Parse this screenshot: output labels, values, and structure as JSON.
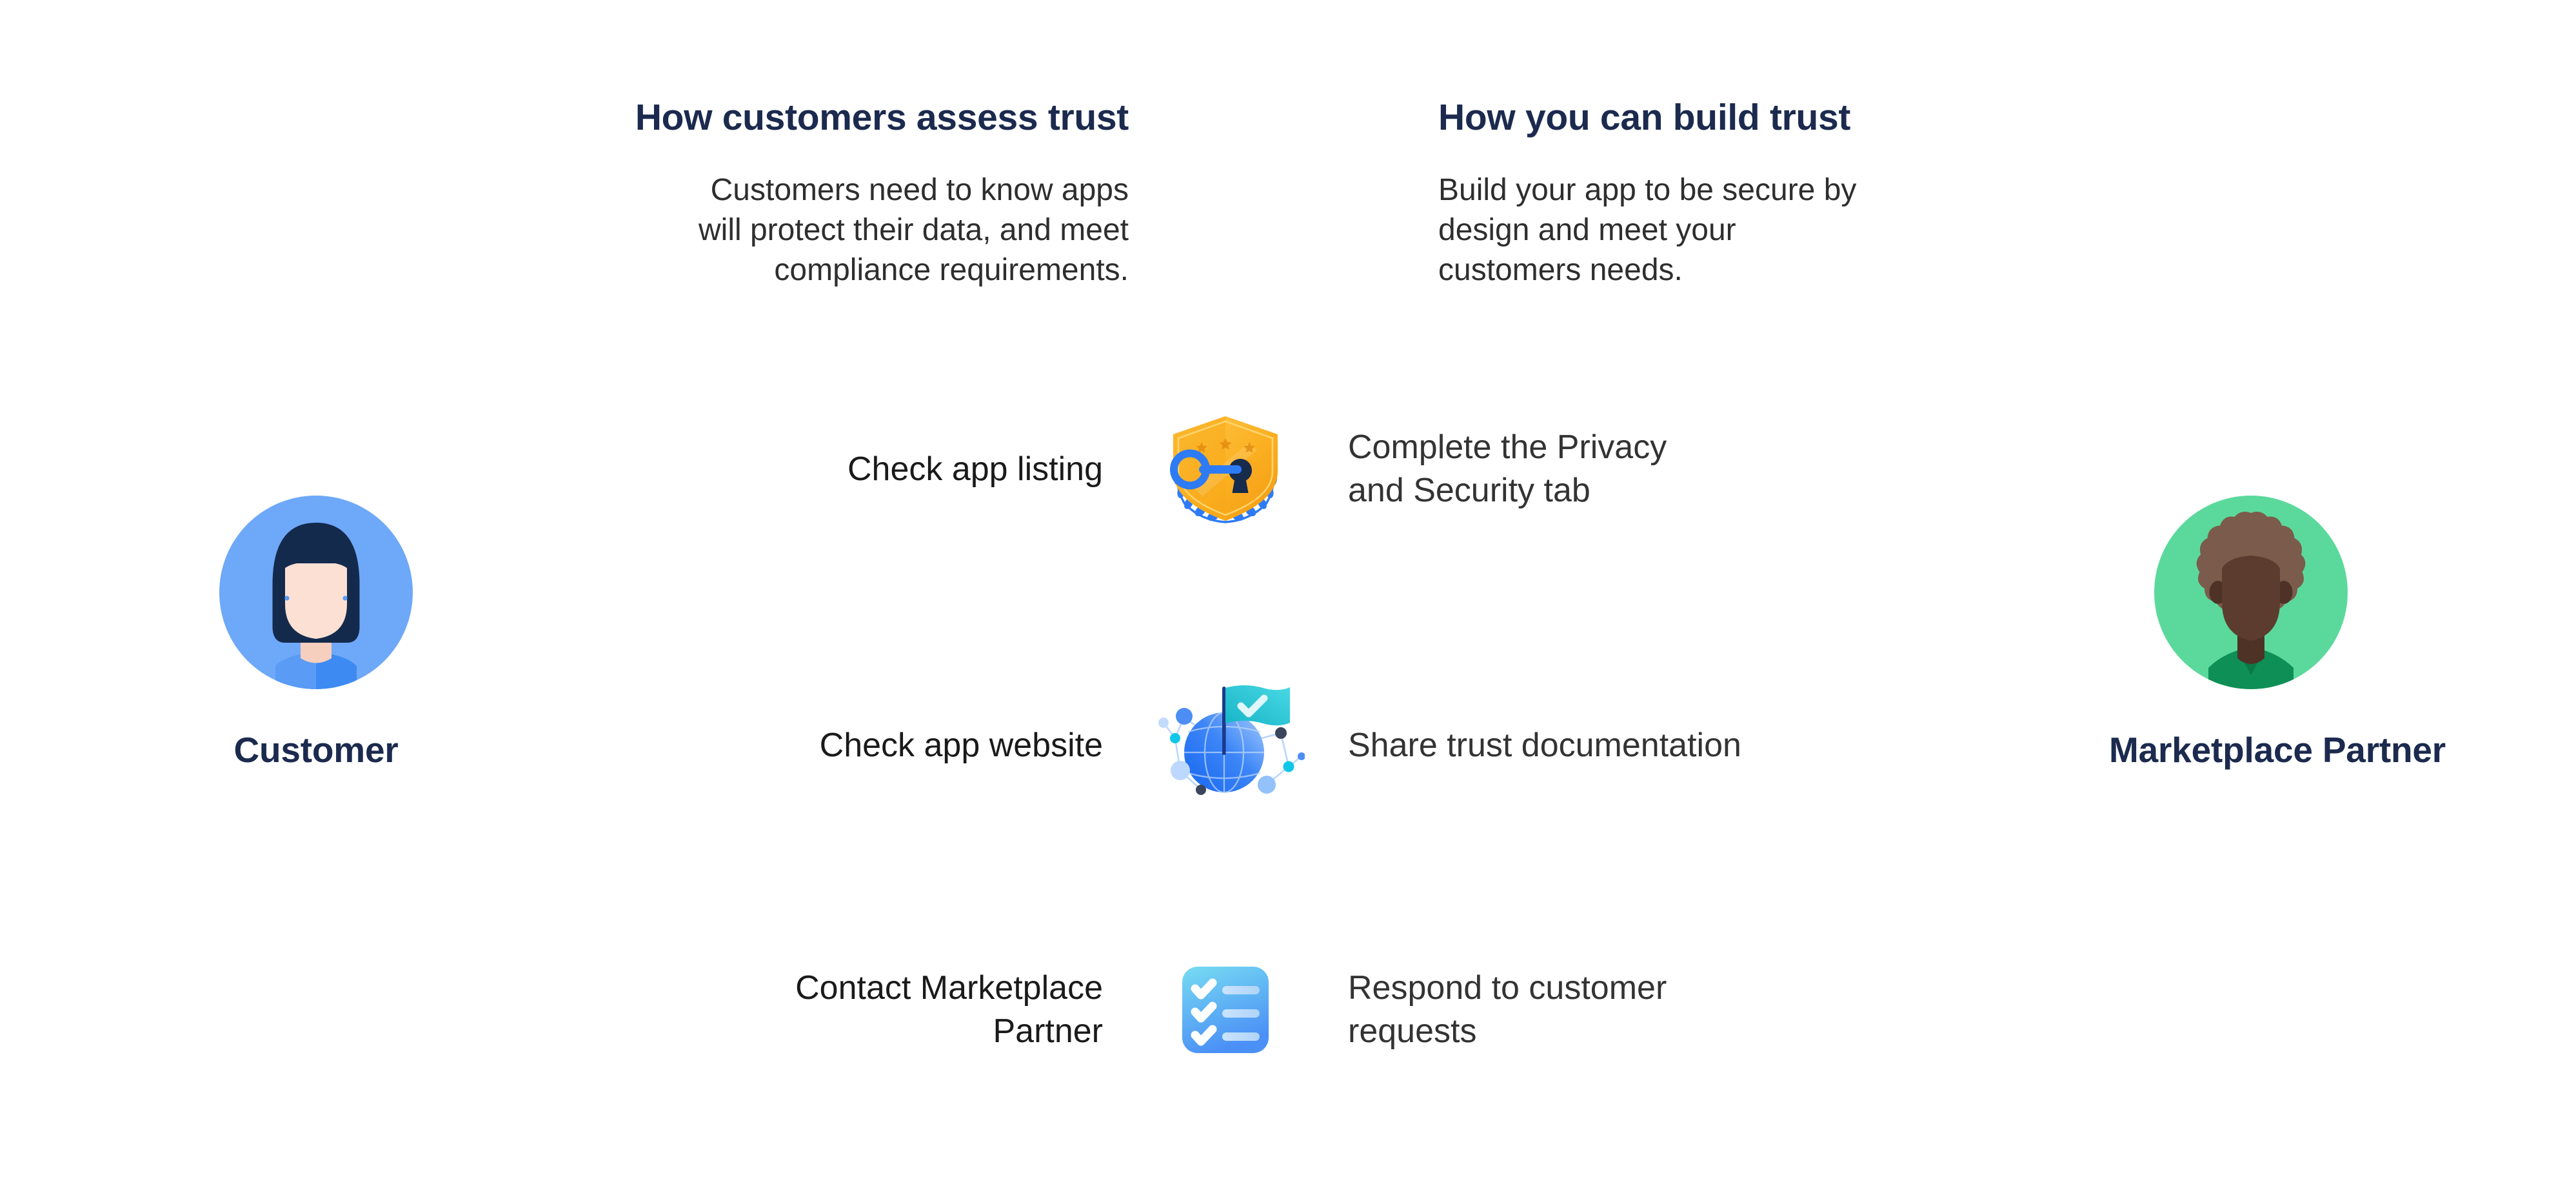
{
  "columns": {
    "left": {
      "title": "How customers assess trust",
      "desc_lines": [
        "Customers need to know apps",
        "will protect their data, and meet",
        "compliance requirements."
      ]
    },
    "right": {
      "title": "How you can build trust",
      "desc_lines": [
        "Build your app to be secure by",
        "design and meet your",
        "customers needs."
      ]
    }
  },
  "personas": {
    "customer": {
      "label": "Customer",
      "avatar_icon": "customer-avatar-icon",
      "circle_color": "#6EA8F8",
      "hair_color": "#142A4C",
      "skin_color": "#FBE0D3",
      "shirt_color": "#3D8BF2"
    },
    "partner": {
      "label": "Marketplace Partner",
      "avatar_icon": "marketplace-partner-avatar-icon",
      "circle_color": "#5BD99C",
      "hair_color": "#7B5B4B",
      "skin_color": "#5C3C2E",
      "shirt_color": "#0E8F55"
    }
  },
  "rows": [
    {
      "left_lines": [
        "Check app listing"
      ],
      "icon": "shield-key-laurel-icon",
      "icon_colors": {
        "shield": "#F7A722",
        "shield_light": "#FFC843",
        "key": "#2E7BF6",
        "keyhole": "#172B4D",
        "laurel": "#2E7BF6"
      },
      "right_lines": [
        "Complete the Privacy",
        "and Security tab"
      ]
    },
    {
      "left_lines": [
        "Check app website"
      ],
      "icon": "globe-flag-network-icon",
      "icon_colors": {
        "globe": "#2E7BF6",
        "globe_light": "#9CC5FB",
        "flag": "#29C5D6",
        "flag_pole": "#1B3A8C",
        "check": "#DFF6FA",
        "node_dark": "#3A465C",
        "node_cyan": "#10C7E8"
      },
      "right_lines": [
        "Share trust documentation"
      ]
    },
    {
      "left_lines": [
        "Contact Marketplace",
        "Partner"
      ],
      "icon": "checklist-icon",
      "icon_colors": {
        "card_top": "#6FD6F0",
        "card_bottom": "#4D94F5",
        "check": "#FFFFFF",
        "bar": "#BBDDFB"
      },
      "right_lines": [
        "Respond to customer",
        "requests"
      ]
    }
  ],
  "theme": {
    "background": "#FFFFFF",
    "heading_color": "#1B2A4E",
    "body_color": "#2E2E2E"
  }
}
